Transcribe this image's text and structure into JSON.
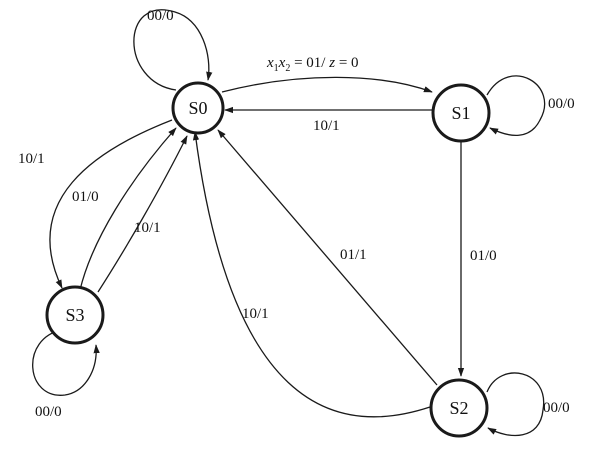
{
  "states": [
    {
      "id": "S0",
      "label": "S0"
    },
    {
      "id": "S1",
      "label": "S1"
    },
    {
      "id": "S2",
      "label": "S2"
    },
    {
      "id": "S3",
      "label": "S3"
    }
  ],
  "transitions": [
    {
      "id": "s0-self",
      "from": "S0",
      "to": "S0",
      "label": "00/0"
    },
    {
      "id": "s0-s1",
      "from": "S0",
      "to": "S1",
      "label": "x1x2 = 01/ z = 0"
    },
    {
      "id": "s1-s0",
      "from": "S1",
      "to": "S0",
      "label": "10/1"
    },
    {
      "id": "s1-self",
      "from": "S1",
      "to": "S1",
      "label": "00/0"
    },
    {
      "id": "s1-s2",
      "from": "S1",
      "to": "S2",
      "label": "01/0"
    },
    {
      "id": "s2-self",
      "from": "S2",
      "to": "S2",
      "label": "00/0"
    },
    {
      "id": "s2-s0-inner",
      "from": "S2",
      "to": "S0",
      "label": "01/1"
    },
    {
      "id": "s2-s0-outer",
      "from": "S2",
      "to": "S0",
      "label": "10/1"
    },
    {
      "id": "s0-s3",
      "from": "S0",
      "to": "S3",
      "label": "10/1"
    },
    {
      "id": "s3-s0-left",
      "from": "S3",
      "to": "S0",
      "label": "01/0"
    },
    {
      "id": "s3-s0-right",
      "from": "S3",
      "to": "S0",
      "label": "10/1"
    },
    {
      "id": "s3-self",
      "from": "S3",
      "to": "S3",
      "label": "00/0"
    }
  ],
  "colors": {
    "stroke": "#1a1a1a",
    "text": "#111111",
    "background": "#ffffff"
  }
}
